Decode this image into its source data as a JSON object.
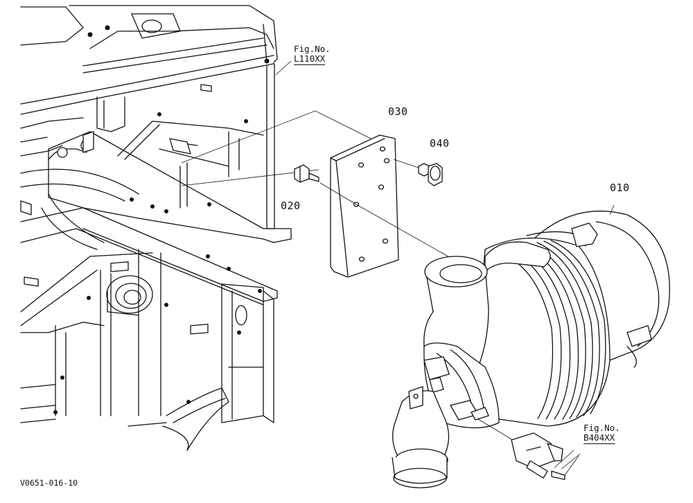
{
  "diagram": {
    "drawing_code": "V0651-016-10",
    "part_labels": [
      {
        "id": "010"
      },
      {
        "id": "020"
      },
      {
        "id": "030"
      },
      {
        "id": "040"
      }
    ],
    "figure_refs": [
      {
        "caption": "Fig.No.",
        "ref": "L110XX"
      },
      {
        "caption": "Fig.No.",
        "ref": "B404XX"
      }
    ]
  }
}
